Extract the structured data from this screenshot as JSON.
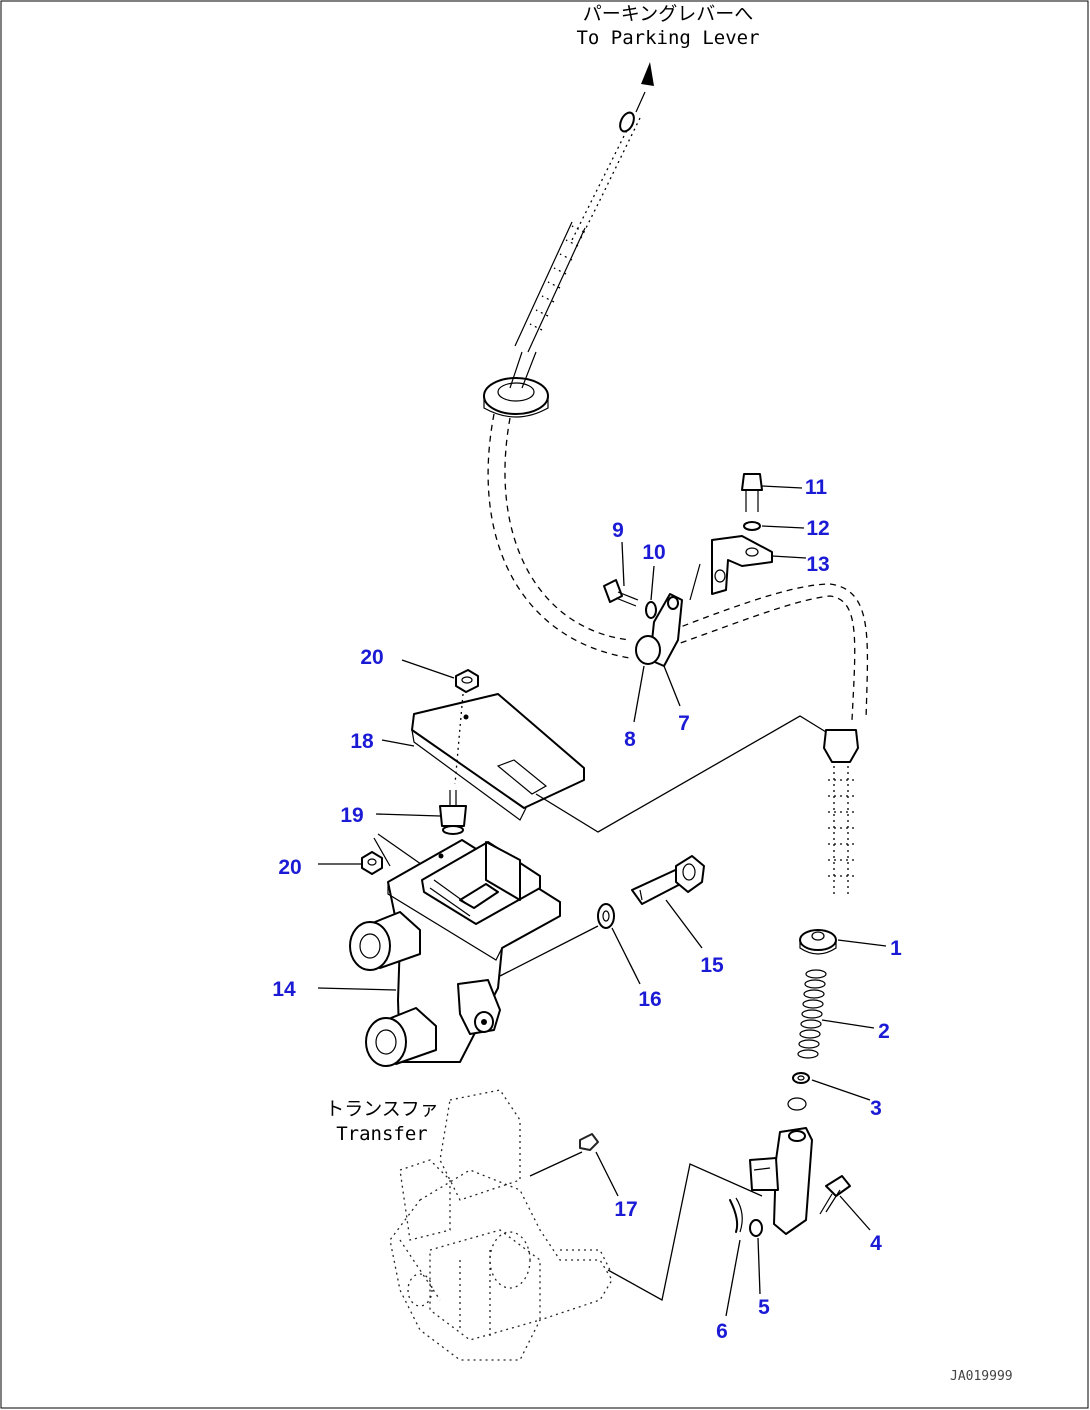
{
  "captions": {
    "parking_lever_jp": "パーキングレバーへ",
    "parking_lever_en": "To Parking Lever",
    "transfer_jp": "トランスファ",
    "transfer_en": "Transfer",
    "drawing_code": "JA019999"
  },
  "callouts": {
    "c1": "1",
    "c2": "2",
    "c3": "3",
    "c4": "4",
    "c5": "5",
    "c6": "6",
    "c7": "7",
    "c8": "8",
    "c9": "9",
    "c10": "10",
    "c11": "11",
    "c12": "12",
    "c13": "13",
    "c14": "14",
    "c15": "15",
    "c16": "16",
    "c17": "17",
    "c18": "18",
    "c19": "19",
    "c20a": "20",
    "c20b": "20"
  },
  "colors": {
    "callout": "#1b1bd6",
    "ink": "#000000"
  }
}
